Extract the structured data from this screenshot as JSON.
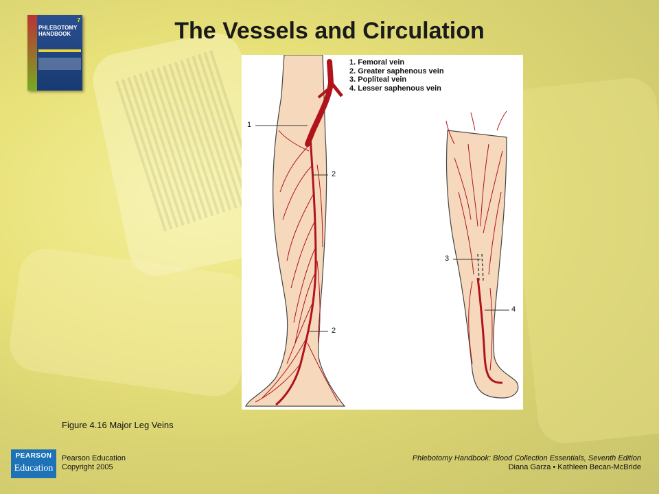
{
  "slide": {
    "title": "The Vessels and Circulation",
    "caption": "Figure 4.16 Major Leg Veins"
  },
  "book_cover": {
    "title": "PHLEBOTOMY HANDBOOK",
    "edition": "7"
  },
  "figure": {
    "legend": [
      "1.  Femoral vein",
      "2.  Greater saphenous vein",
      "3.  Popliteal vein",
      "4.  Lesser saphenous vein"
    ],
    "callouts": [
      "1",
      "2",
      "2",
      "3",
      "4"
    ],
    "colors": {
      "vein": "#b0141a",
      "skin": "#f6d8bd",
      "outline": "#444444"
    }
  },
  "footer": {
    "logo_top": "PEARSON",
    "logo_bottom": "Education",
    "publisher": "Pearson Education",
    "copyright": "Copyright 2005",
    "book": "Phlebotomy Handbook: Blood Collection Essentials, Seventh Edition",
    "authors": "Diana Garza • Kathleen Becan-McBride"
  }
}
